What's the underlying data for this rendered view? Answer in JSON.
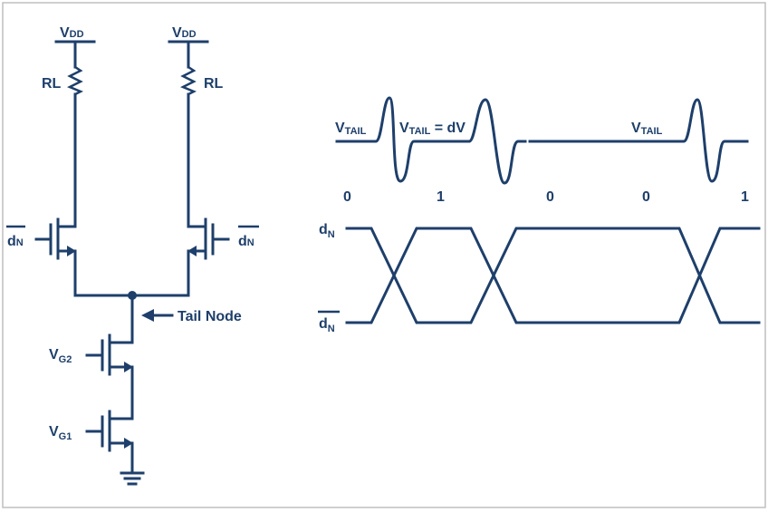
{
  "circuit": {
    "vdd_left": {
      "main": "V",
      "sub": "DD"
    },
    "vdd_right": {
      "main": "V",
      "sub": "DD"
    },
    "rl_left": "RL",
    "rl_right": "RL",
    "input_left": {
      "main": "d",
      "sub": "N"
    },
    "input_right": {
      "main": "d",
      "sub": "N"
    },
    "tail_node": "Tail Node",
    "vg2": {
      "main": "V",
      "sub": "G2"
    },
    "vg1": {
      "main": "V",
      "sub": "G1"
    }
  },
  "waveform": {
    "vtail_1": {
      "main": "V",
      "sub": "TAIL"
    },
    "vtail_2": {
      "main": "V",
      "sub": "TAIL",
      "suffix": " = dV"
    },
    "vtail_3": {
      "main": "V",
      "sub": "TAIL"
    },
    "bits": [
      "0",
      "1",
      "0",
      "0",
      "1"
    ],
    "dn_label": {
      "main": "d",
      "sub": "N"
    },
    "dn_bar_label": {
      "main": "d",
      "sub": "N"
    }
  },
  "colors": {
    "line": "#1e3f6b",
    "border": "#bfbfbf",
    "background": "#ffffff"
  }
}
